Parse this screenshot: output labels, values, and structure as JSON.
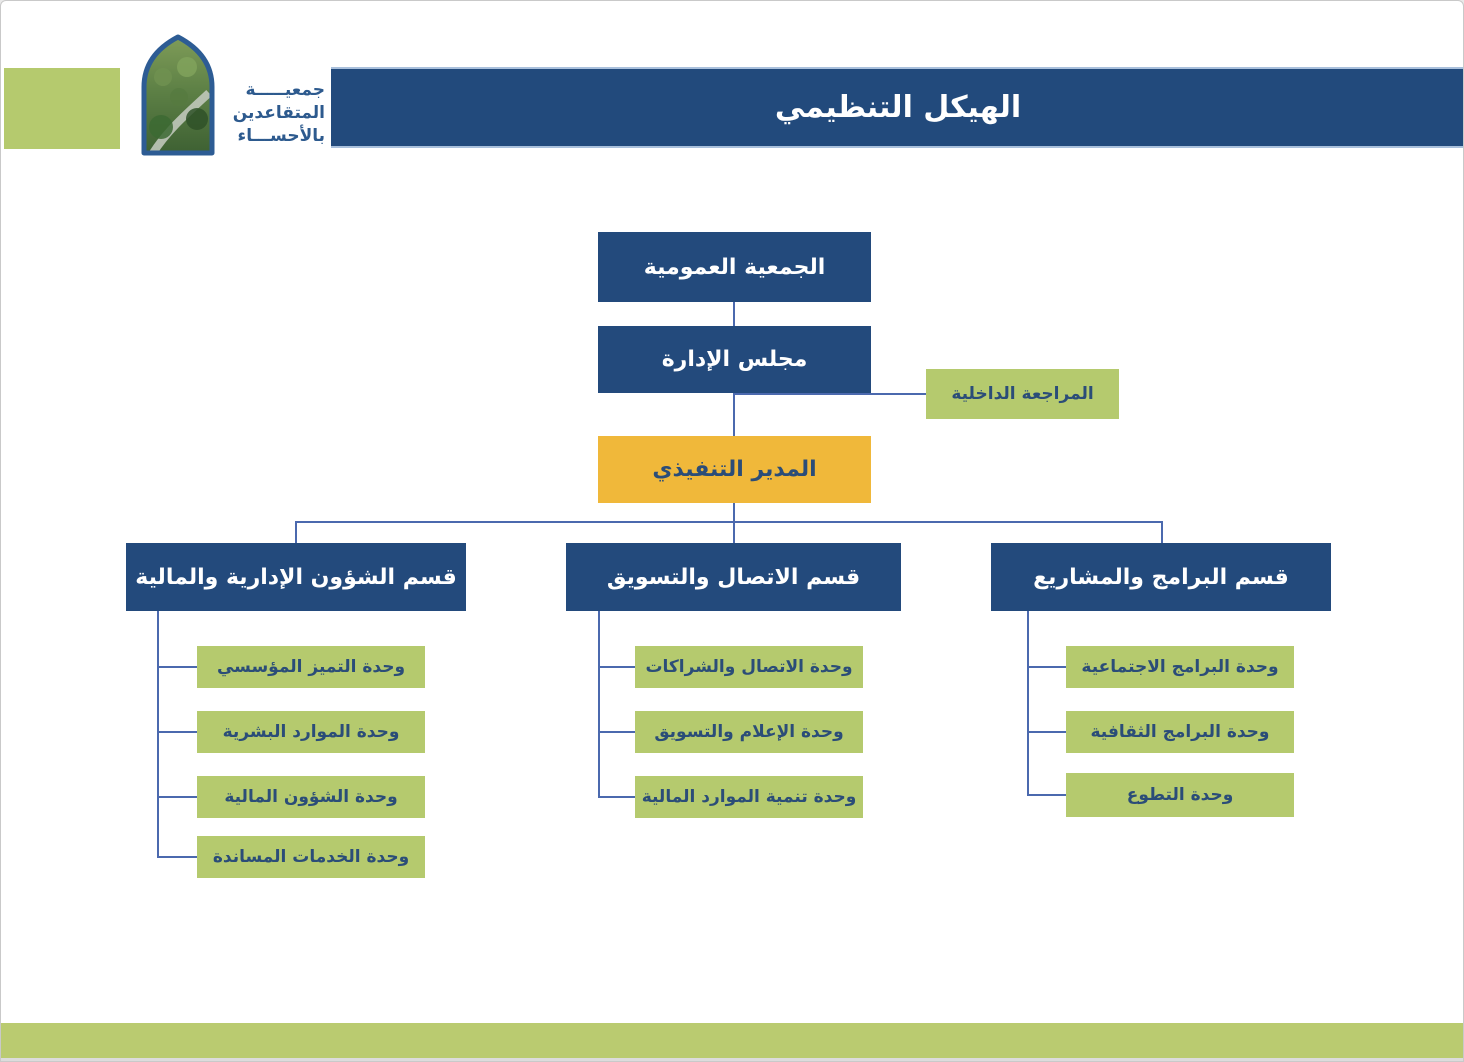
{
  "header": {
    "title": "الهيكل التنظيمي",
    "logo": {
      "line1": "جمعيـــــة",
      "line2": "المتقاعدين",
      "line3": "بالأحســـاء"
    }
  },
  "chart": {
    "root": "الجمعية العمومية",
    "board": "مجلس الإدارة",
    "internal_audit": "المراجعة الداخلية",
    "executive_director": "المدير التنفيذي",
    "departments": [
      {
        "label": "قسم الشؤون الإدارية والمالية",
        "units": [
          "وحدة التميز المؤسسي",
          "وحدة الموارد البشرية",
          "وحدة الشؤون المالية",
          "وحدة الخدمات المساندة"
        ]
      },
      {
        "label": "قسم الاتصال والتسويق",
        "units": [
          "وحدة الاتصال والشراكات",
          "وحدة الإعلام والتسويق",
          "وحدة تنمية الموارد المالية"
        ]
      },
      {
        "label": "قسم البرامج والمشاريع",
        "units": [
          "وحدة البرامج الاجتماعية",
          "وحدة البرامج الثقافية",
          "وحدة التطوع"
        ]
      }
    ]
  },
  "colors": {
    "primary_blue": "#234a7c",
    "accent_green": "#b5ca6e",
    "accent_yellow": "#f0b83a",
    "connector_blue": "#4b69ae",
    "unit_text": "#2b4d78"
  }
}
